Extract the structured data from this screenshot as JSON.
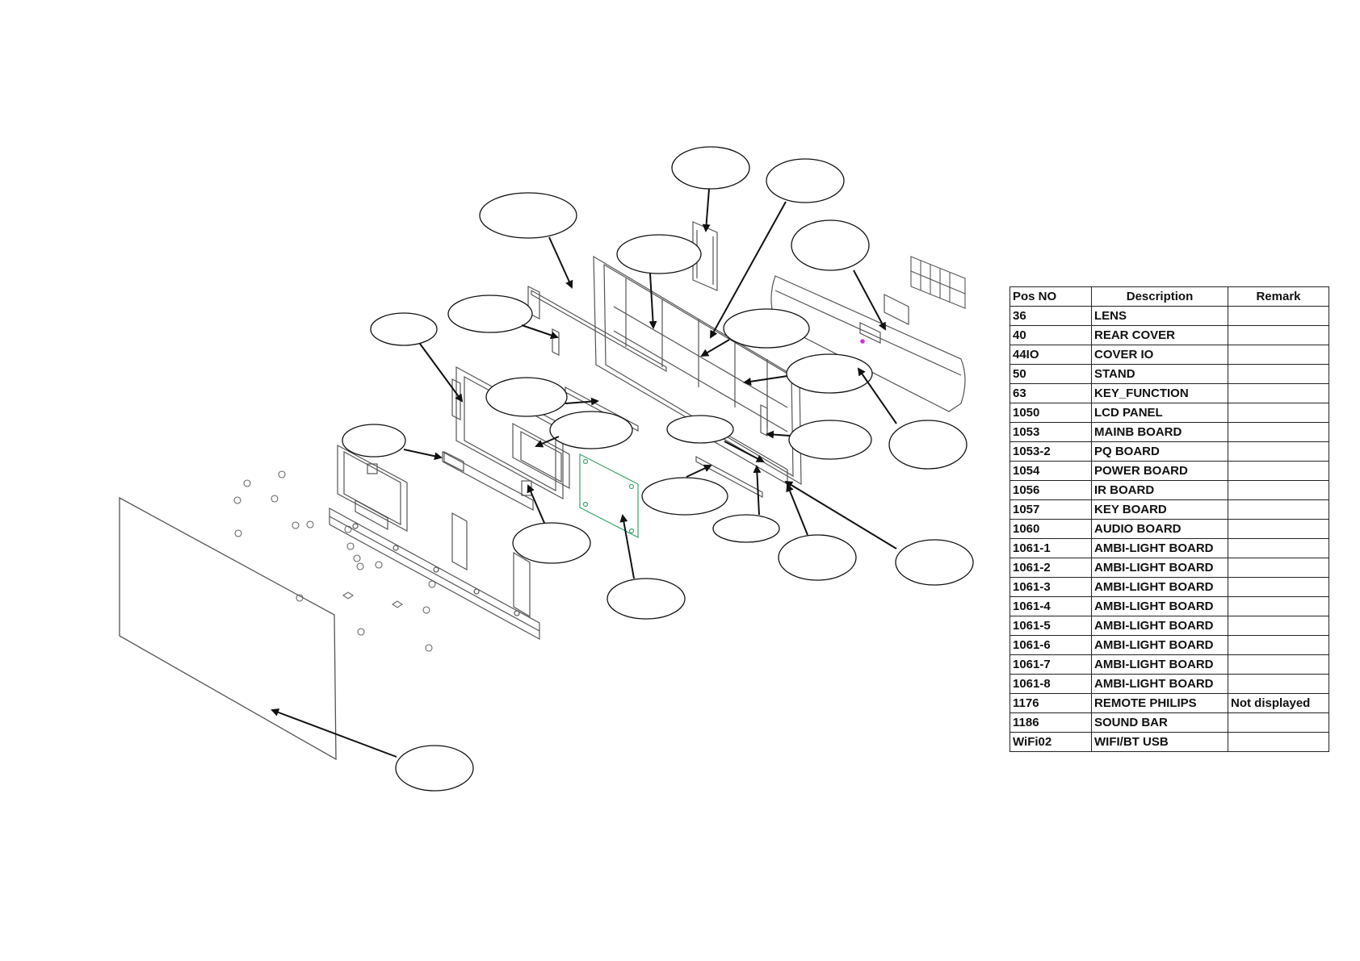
{
  "parts_table": {
    "headers": {
      "pos": "Pos NO",
      "description": "Description",
      "remark": "Remark"
    },
    "rows": [
      {
        "pos": "36",
        "description": "LENS",
        "remark": ""
      },
      {
        "pos": "40",
        "description": "REAR COVER",
        "remark": ""
      },
      {
        "pos": "44IO",
        "description": "COVER IO",
        "remark": ""
      },
      {
        "pos": "50",
        "description": "STAND",
        "remark": ""
      },
      {
        "pos": "63",
        "description": "KEY_FUNCTION",
        "remark": ""
      },
      {
        "pos": "1050",
        "description": "LCD PANEL",
        "remark": ""
      },
      {
        "pos": "1053",
        "description": "MAINB BOARD",
        "remark": ""
      },
      {
        "pos": "1053-2",
        "description": "PQ BOARD",
        "remark": ""
      },
      {
        "pos": "1054",
        "description": "POWER BOARD",
        "remark": ""
      },
      {
        "pos": "1056",
        "description": "IR BOARD",
        "remark": ""
      },
      {
        "pos": "1057",
        "description": "KEY BOARD",
        "remark": ""
      },
      {
        "pos": "1060",
        "description": "AUDIO BOARD",
        "remark": ""
      },
      {
        "pos": "1061-1",
        "description": "AMBI-LIGHT BOARD",
        "remark": ""
      },
      {
        "pos": "1061-2",
        "description": "AMBI-LIGHT BOARD",
        "remark": ""
      },
      {
        "pos": "1061-3",
        "description": "AMBI-LIGHT BOARD",
        "remark": ""
      },
      {
        "pos": "1061-4",
        "description": "AMBI-LIGHT BOARD",
        "remark": ""
      },
      {
        "pos": "1061-5",
        "description": "AMBI-LIGHT BOARD",
        "remark": ""
      },
      {
        "pos": "1061-6",
        "description": "AMBI-LIGHT BOARD",
        "remark": ""
      },
      {
        "pos": "1061-7",
        "description": "AMBI-LIGHT BOARD",
        "remark": ""
      },
      {
        "pos": "1061-8",
        "description": "AMBI-LIGHT BOARD",
        "remark": ""
      },
      {
        "pos": "1176",
        "description": "REMOTE PHILIPS",
        "remark": "Not displayed"
      },
      {
        "pos": "1186",
        "description": "SOUND BAR",
        "remark": ""
      },
      {
        "pos": "WiFi02",
        "description": "WIFI/BT USB",
        "remark": ""
      }
    ]
  },
  "colors": {
    "line": "#222222",
    "drawing": "#555555",
    "accent_green": "#3aa36a",
    "accent_magenta": "#d030d0"
  }
}
